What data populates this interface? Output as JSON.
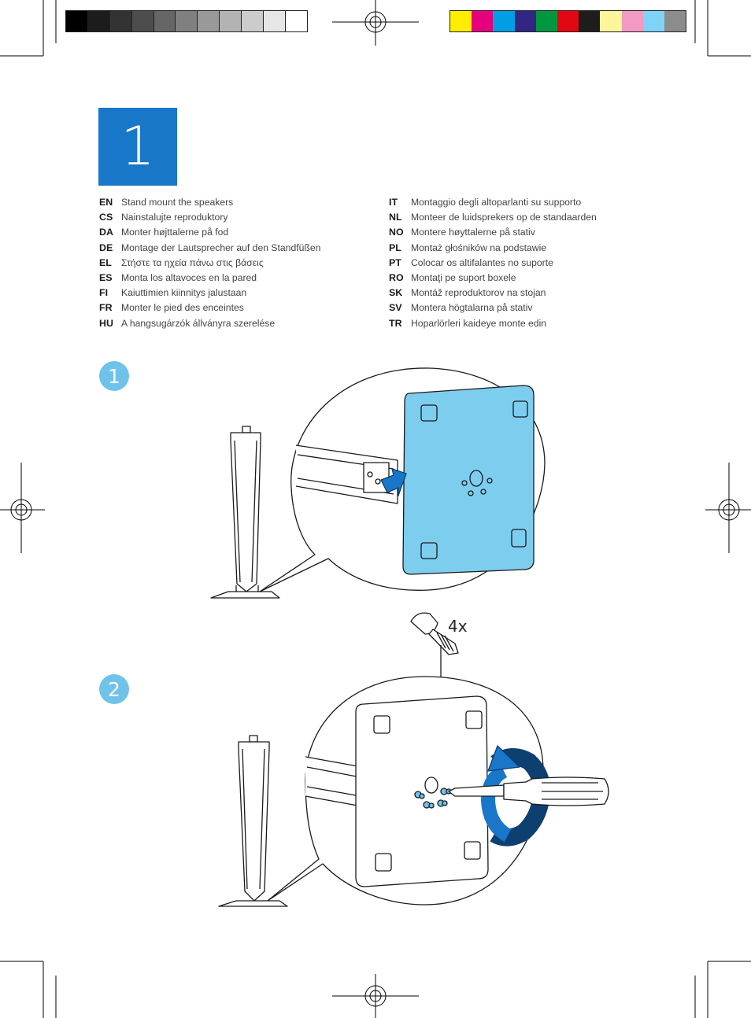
{
  "print_marks": {
    "grayscale_swatches": [
      "#000000",
      "#1c1c1c",
      "#333333",
      "#4d4d4d",
      "#666666",
      "#808080",
      "#999999",
      "#b3b3b3",
      "#cccccc",
      "#e6e6e6",
      "#ffffff"
    ],
    "color_swatches": [
      "#ffed00",
      "#e6007e",
      "#009fe3",
      "#312783",
      "#009640",
      "#e30613",
      "#1d1d1b",
      "#fff59b",
      "#f39ac3",
      "#7fd3f7",
      "#8c8c8c"
    ]
  },
  "step": {
    "number": "1"
  },
  "languages_left": [
    {
      "code": "EN",
      "text": "Stand mount the speakers"
    },
    {
      "code": "CS",
      "text": "Nainstalujte reproduktory"
    },
    {
      "code": "DA",
      "text": "Monter højttalerne på fod"
    },
    {
      "code": "DE",
      "text": "Montage der Lautsprecher auf den Standfüßen"
    },
    {
      "code": "EL",
      "text": "Στήστε τα ηχεία πάνω στις βάσεις"
    },
    {
      "code": "ES",
      "text": "Monta los altavoces en la pared"
    },
    {
      "code": "FI",
      "text": "Kaiuttimien kiinnitys jalustaan"
    },
    {
      "code": "FR",
      "text": "Monter le pied des enceintes"
    },
    {
      "code": "HU",
      "text": "A hangsugárzók állványra szerelése"
    }
  ],
  "languages_right": [
    {
      "code": "IT",
      "text": "Montaggio degli altoparlanti su supporto"
    },
    {
      "code": "NL",
      "text": "Monteer de luidsprekers op de standaarden"
    },
    {
      "code": "NO",
      "text": "Montere høyttalerne på stativ"
    },
    {
      "code": "PL",
      "text": "Montaż głośników na podstawie"
    },
    {
      "code": "PT",
      "text": "Colocar os altifalantes no suporte"
    },
    {
      "code": "RO",
      "text": "Montaţi pe suport boxele"
    },
    {
      "code": "SK",
      "text": "Montáž reproduktorov na stojan"
    },
    {
      "code": "SV",
      "text": "Montera högtalarna på stativ"
    },
    {
      "code": "TR",
      "text": "Hoparlörleri kaideye monte edin"
    }
  ],
  "substeps": [
    {
      "number": "1"
    },
    {
      "number": "2"
    }
  ],
  "screw_quantity": "4x",
  "colors": {
    "step_blue": "#1877c8",
    "bubble_blue": "#6fc3ea",
    "plate_blue": "#7dcdef",
    "arrow_blue": "#1877c8",
    "arrow_dark": "#0d3f70"
  },
  "icons": [
    "registration-mark-icon",
    "crop-mark-icon",
    "speaker-stand-icon",
    "mounting-plate-icon",
    "push-arrow-icon",
    "screw-icon",
    "screwdriver-icon",
    "rotate-arrow-icon"
  ]
}
